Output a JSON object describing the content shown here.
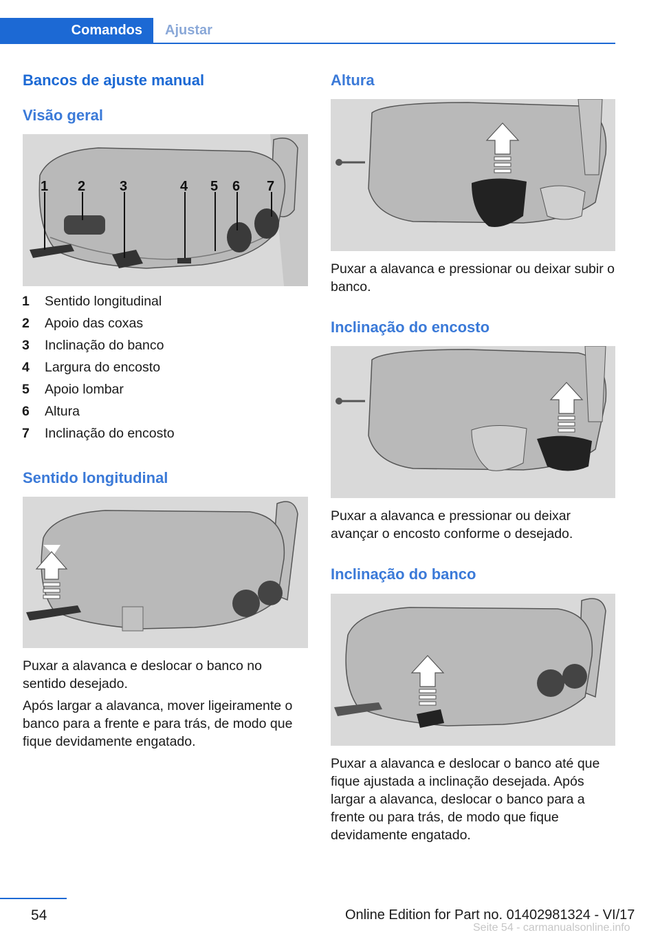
{
  "header": {
    "tab_active": "Comandos",
    "tab_inactive": "Ajustar"
  },
  "left": {
    "title": "Bancos de ajuste manual",
    "overview_heading": "Visão geral",
    "legend": [
      {
        "num": "1",
        "label": "Sentido longitudinal"
      },
      {
        "num": "2",
        "label": "Apoio das coxas"
      },
      {
        "num": "3",
        "label": "Inclinação do banco"
      },
      {
        "num": "4",
        "label": "Largura do encosto"
      },
      {
        "num": "5",
        "label": "Apoio lombar"
      },
      {
        "num": "6",
        "label": "Altura"
      },
      {
        "num": "7",
        "label": "Inclinação do encosto"
      }
    ],
    "longitudinal_heading": "Sentido longitudinal",
    "longitudinal_p1": "Puxar a alavanca e deslocar o banco no sentido desejado.",
    "longitudinal_p2": "Após largar a alavanca, mover ligeiramente o banco para a frente e para trás, de modo que fique devidamente engatado."
  },
  "right": {
    "height_heading": "Altura",
    "height_text": "Puxar a alavanca e pressionar ou deixar subir o banco.",
    "backrest_heading": "Inclinação do encosto",
    "backrest_text": "Puxar a alavanca e pressionar ou deixar avançar o encosto conforme o desejado.",
    "seat_tilt_heading": "Inclinação do banco",
    "seat_tilt_text": "Puxar a alavanca e deslocar o banco até que fique ajustada a inclinação desejada. Após largar a alavanca, deslocar o banco para a frente ou para trás, de modo que fique devidamente engatado."
  },
  "footer": {
    "page_number": "54",
    "edition": "Online Edition for Part no. 01402981324 - VI/17",
    "watermark": "Seite 54 - carmanualsonline.info"
  },
  "colors": {
    "accent": "#1c69d4",
    "heading": "#3b7ad8"
  },
  "figure_labels": [
    "1",
    "2",
    "3",
    "4",
    "5",
    "6",
    "7"
  ]
}
